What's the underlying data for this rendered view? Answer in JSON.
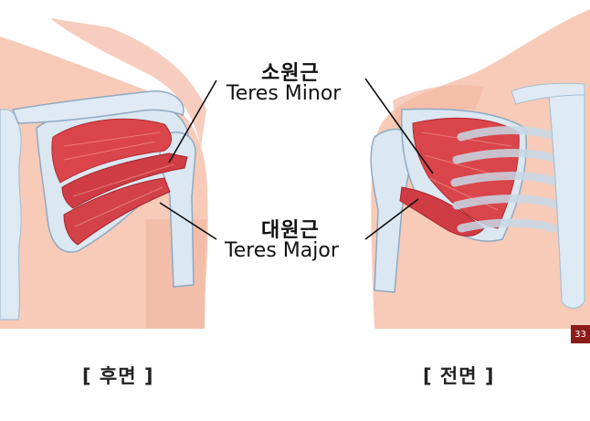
{
  "labels": {
    "teres_minor_kor": "소원근",
    "teres_minor_eng": "Teres Minor",
    "teres_major_kor": "대원근",
    "teres_major_eng": "Teres Major"
  },
  "captions": {
    "posterior": "[ 후면 ]",
    "anterior": "[ 전면 ]"
  },
  "page_number": "33",
  "colors": {
    "skin": "#f7c9b4",
    "skin_dark": "#efb29b",
    "bone": "#dde9f3",
    "bone_outline": "#9fb8cf",
    "muscle": "#d9454a",
    "muscle_dark": "#b52c33",
    "badge": "#8b1a1a"
  }
}
